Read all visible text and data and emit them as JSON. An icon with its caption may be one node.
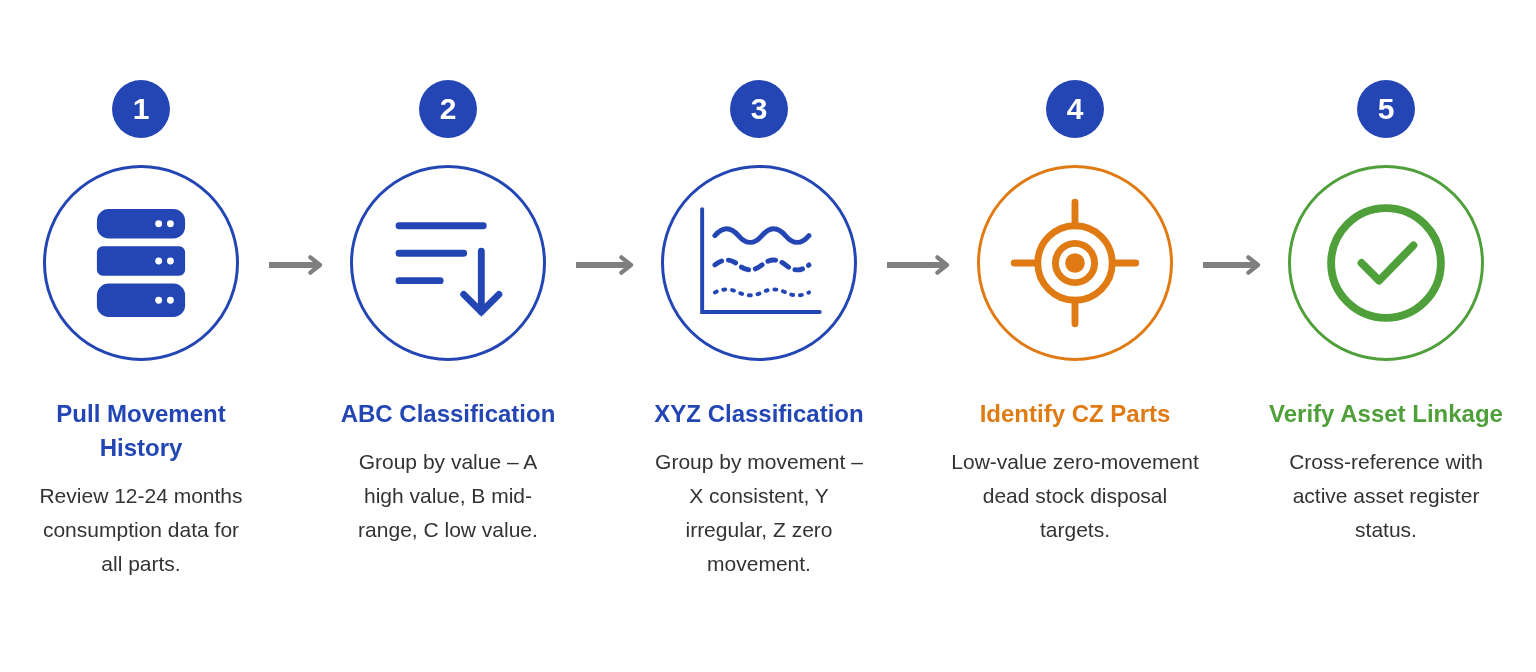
{
  "diagram": {
    "nodes": [
      {
        "text": [
          "Pull Movement History",
          "Review 12-24 months consumption data for all parts."
        ],
        "beside": [
          "1"
        ]
      },
      {
        "text": [
          "ABC Classification",
          "Group by value – A high value, B mid-range, C low value."
        ],
        "beside": [
          "2"
        ]
      },
      {
        "text": [
          "XYZ Classification",
          "Group by movement – X consistent, Y irregular, Z zero movement."
        ],
        "beside": [
          "3"
        ]
      },
      {
        "text": [
          "Identify CZ Parts",
          "Low-value zero-movement dead stock disposal targets."
        ],
        "beside": [
          "4"
        ]
      },
      {
        "text": [
          "Verify Asset Linkage",
          "Cross-reference with active asset register status."
        ],
        "beside": [
          "5"
        ]
      }
    ],
    "edges": [
      {
        "from": 0,
        "to": 1,
        "arrow": "to"
      },
      {
        "from": 1,
        "to": 2,
        "arrow": "to"
      },
      {
        "from": 2,
        "to": 3,
        "arrow": "to"
      },
      {
        "from": 3,
        "to": 4,
        "arrow": "to"
      }
    ]
  }
}
